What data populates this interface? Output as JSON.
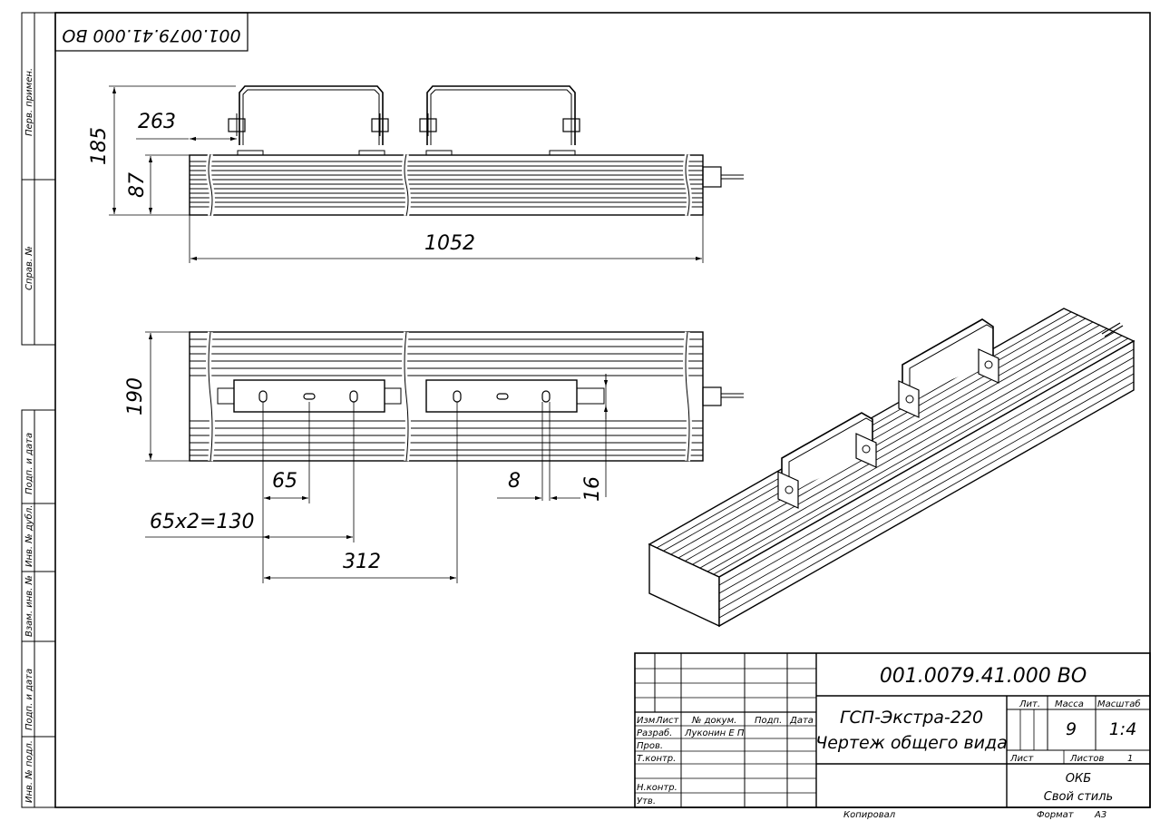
{
  "drawing": {
    "designation": "001.0079.41.000 ВО",
    "corner_stamp": "001.0079.41.000 ВО",
    "title_line1": "ГСП-Экстра-220",
    "title_line2": "Чертеж общего вида",
    "organization": "ОКБ",
    "org_subtitle": "Свой стиль",
    "mass": "9",
    "scale": "1:4",
    "sheet_label": "Лист",
    "sheets_label": "Листов",
    "sheets_count": "1",
    "copied_label": "Копировал",
    "format_label": "Формат",
    "format_value": "А3"
  },
  "title_block_headers": {
    "izm": "Изм",
    "list": "Лист",
    "doc_no": "№ докум.",
    "sign": "Подп.",
    "date": "Дата",
    "lit": "Лит.",
    "massa": "Масса",
    "masshtab": "Масштаб"
  },
  "title_block_rows": {
    "razrab": "Разраб.",
    "razrab_name": "Луконин Е П",
    "prov": "Пров.",
    "tkontr": "Т.контр.",
    "nkontr": "Н.контр.",
    "utv": "Утв."
  },
  "side_labels": {
    "perv_primen": "Перв. примен.",
    "sprav_no": "Справ. №",
    "podp_data_top": "Подп. и дата",
    "inv_dubl": "Инв. № дубл.",
    "vzam_inv": "Взам. инв. №",
    "podp_data_bottom": "Подп. и дата",
    "inv_podl": "Инв. № подл."
  },
  "dimensions": {
    "d263": "263",
    "d185": "185",
    "d87": "87",
    "d1052": "1052",
    "d190": "190",
    "d65": "65",
    "d8": "8",
    "d16": "16",
    "d65x2": "65х2=130",
    "d312": "312"
  }
}
